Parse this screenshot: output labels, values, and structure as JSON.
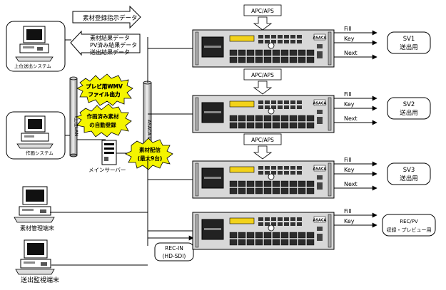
{
  "top_arrows": {
    "instruction": "素材登録指示データ",
    "results": [
      "素材結果データ",
      "PV済み結果データ",
      "送出結果データ"
    ]
  },
  "systems": {
    "upper": "上位送出システム",
    "editing": "作画システム",
    "material_mgmt": "素材管理端末",
    "monitor": "送出監視端末",
    "main_server": "メインサーバー"
  },
  "networks": {
    "left": "上位LAN",
    "right": "ASACA LAN"
  },
  "bursts": {
    "preview": [
      "プレビ用WMV",
      "ファイル出力"
    ],
    "autoreg": [
      "作画済み素材",
      "の自動登録"
    ],
    "distribution": [
      "素材配信",
      "(最大9台)"
    ]
  },
  "apc_label": "APC/APS",
  "rec_in": [
    "REC-IN",
    "(HD-SDI)"
  ],
  "server_brand": "ASACA",
  "outputs": {
    "fill": "Fill",
    "key": "Key",
    "next": "Next"
  },
  "servers": [
    {
      "dest": [
        "SV1",
        "送出用"
      ]
    },
    {
      "dest": [
        "SV2",
        "送出用"
      ]
    },
    {
      "dest": [
        "SV3",
        "送出用"
      ]
    },
    {
      "dest": [
        "REC/PV",
        "収録・プレビュー用"
      ]
    }
  ]
}
